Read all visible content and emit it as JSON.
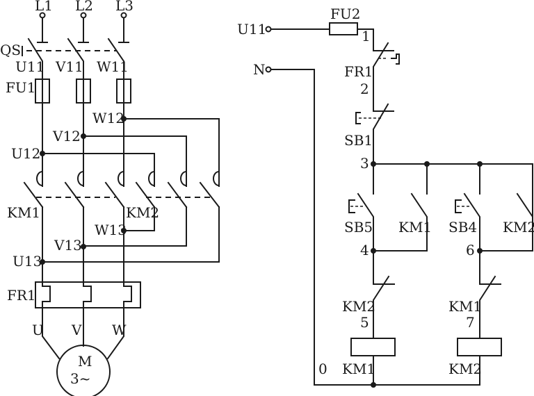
{
  "power_circuit": {
    "phases": [
      "L1",
      "L2",
      "L3"
    ],
    "main_switch": "QS",
    "nodes_after_switch": [
      "U11",
      "V11",
      "W11"
    ],
    "fuse": "FU1",
    "nodes_second": [
      "U12",
      "V12",
      "W12"
    ],
    "contactor_forward": "KM1",
    "contactor_reverse": "KM2",
    "nodes_third": [
      "U13",
      "V13",
      "W13"
    ],
    "thermal_relay": "FR1",
    "motor_terminals": [
      "U",
      "V",
      "W"
    ],
    "motor": {
      "label": "M",
      "type": "3~"
    }
  },
  "control_circuit": {
    "supply": "U11",
    "neutral": "N",
    "fuse": "FU2",
    "wire_numbers": [
      "1",
      "2",
      "3",
      "4",
      "5",
      "6",
      "7",
      "0"
    ],
    "thermal_contact": "FR1",
    "stop_button": "SB1",
    "forward_button": "SB5",
    "reverse_button": "SB4",
    "forward_hold_contact": "KM1",
    "reverse_hold_contact": "KM2",
    "forward_interlock": "KM2",
    "reverse_interlock": "KM1",
    "forward_coil": "KM1",
    "reverse_coil": "KM2"
  }
}
